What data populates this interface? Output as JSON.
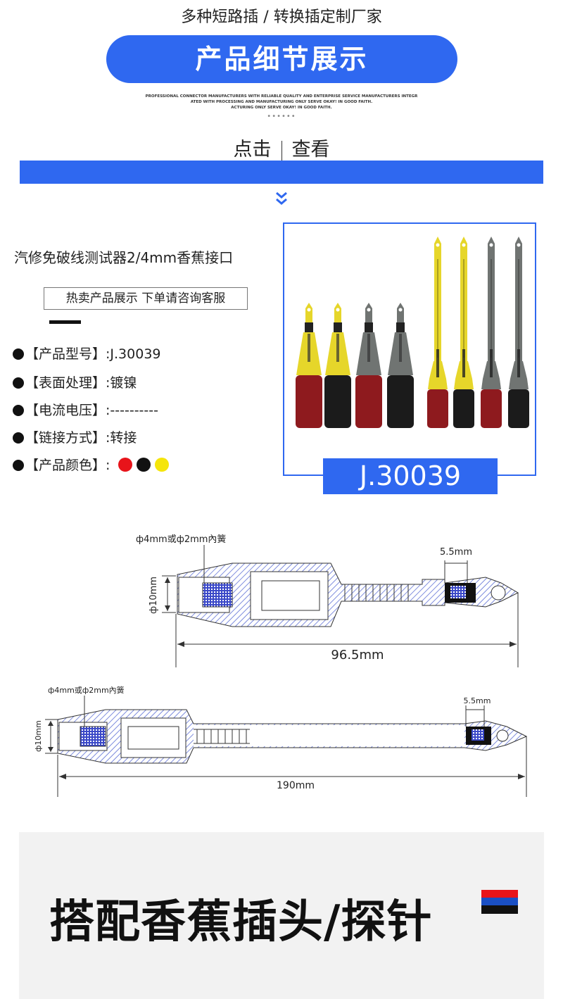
{
  "header": {
    "subtitle": "多种短路插 / 转换插定制厂家",
    "pill_title": "产品细节展示",
    "fine_print_1": "PROFESSIONAL CONNECTOR MANUFACTURERS WITH RELIABLE QUALITY AND ENTERPRISE SERVICE MANUFACTURERS INTEGR",
    "fine_print_2": "ATED WITH PROCESSING AND MANUFACTURING ONLY SERVE OKAY! IN GOOD FAITH.",
    "fine_print_3": "ACTURING ONLY SERVE OKAY! IN GOOD FAITH.",
    "dots": "••••••",
    "click_label": "点击",
    "view_label": "查看"
  },
  "product": {
    "title": "汽修免破线测试器2/4mm香蕉接口",
    "hot_box": "热卖产品展示 下单请咨询客服",
    "specs": [
      {
        "label": "【产品型号】",
        "value": ":J.30039"
      },
      {
        "label": "【表面处理】",
        "value": ":镀镍"
      },
      {
        "label": "【电流电压】",
        "value": ":----------"
      },
      {
        "label": "【链接方式】",
        "value": ":转接"
      },
      {
        "label": "【产品颜色】",
        "value": ":"
      }
    ],
    "colors": [
      "#e8141a",
      "#111111",
      "#f5e50a"
    ],
    "model_tag": "J.30039",
    "probe_colors": {
      "yellow": "#e6d62a",
      "gray": "#707472",
      "red": "#8e1a1e",
      "black": "#1b1b1b",
      "accent_blue": "#2f68f0"
    }
  },
  "drawings": {
    "short": {
      "spring_label": "ф4mm或ф2mm內簧",
      "tip_label": "5.5mm",
      "dia_label": "ф10mm",
      "length_label": "96.5mm"
    },
    "long": {
      "spring_label": "ф4mm或ф2mm內簧",
      "tip_label": "5.5mm",
      "dia_label": "ф10mm",
      "length_label": "190mm"
    }
  },
  "banner": {
    "title": "搭配香蕉插头/探针",
    "flag_colors": [
      "#e8141a",
      "#1a4fc4",
      "#111111"
    ]
  }
}
